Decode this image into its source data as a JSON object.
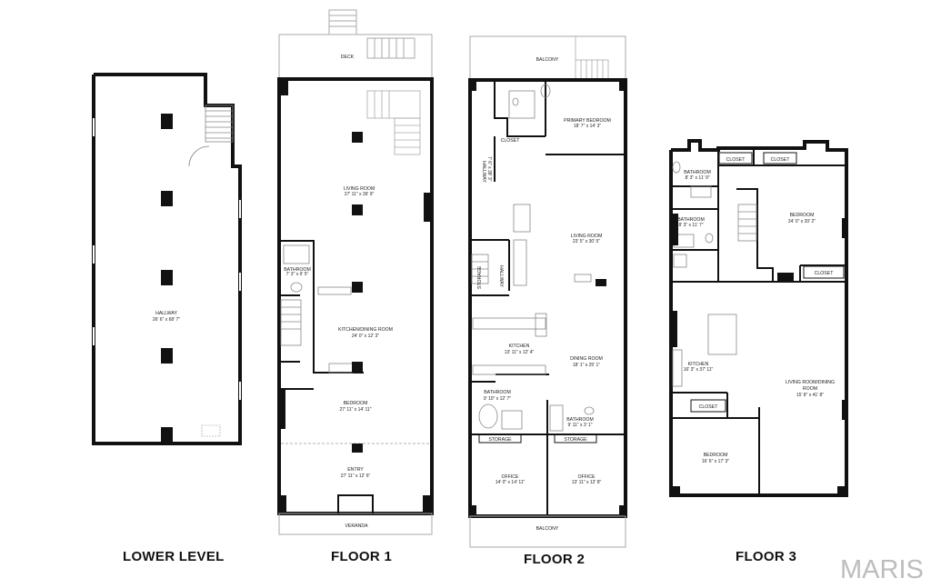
{
  "floors": {
    "lower_level": {
      "title": "LOWER LEVEL",
      "rooms": [
        {
          "name": "HALLWAY",
          "dim": "26' 6\" x 68' 7\""
        }
      ]
    },
    "floor1": {
      "title": "FLOOR 1",
      "rooms": [
        {
          "name": "DECK",
          "dim": ""
        },
        {
          "name": "LIVING ROOM",
          "dim": "27' 11\" x 39' 9\""
        },
        {
          "name": "BATHROOM",
          "dim": "7' 3\" x 9' 5\""
        },
        {
          "name": "KITCHEN/DINING ROOM",
          "dim": "24' 0\" x 12' 3\""
        },
        {
          "name": "BEDROOM",
          "dim": "27' 11\" x 14' 11\""
        },
        {
          "name": "ENTRY",
          "dim": "27' 11\" x 12' 6\""
        },
        {
          "name": "VERANDA",
          "dim": ""
        }
      ]
    },
    "floor2": {
      "title": "FLOOR 2",
      "rooms": [
        {
          "name": "BALCONY",
          "dim": ""
        },
        {
          "name": "PRIMARY BEDROOM",
          "dim": "18' 7\" x 14' 3\""
        },
        {
          "name": "CLOSET",
          "dim": ""
        },
        {
          "name": "HALLWAY",
          "dim": "7' 6\" x 38' 3\""
        },
        {
          "name": "LIVING ROOM",
          "dim": "23' 5\" x 30' 5\""
        },
        {
          "name": "STORAGE",
          "dim": ""
        },
        {
          "name": "HALLWAY",
          "dim": ""
        },
        {
          "name": "KITCHEN",
          "dim": "13' 11\" x 12' 4\""
        },
        {
          "name": "DINING ROOM",
          "dim": "18' 1\" x 25' 1\""
        },
        {
          "name": "BATHROOM",
          "dim": "9' 10\" x 12' 7\""
        },
        {
          "name": "BATHROOM",
          "dim": "9' 11\" x 3' 1\""
        },
        {
          "name": "STORAGE",
          "dim": ""
        },
        {
          "name": "STORAGE",
          "dim": ""
        },
        {
          "name": "OFFICE",
          "dim": "14' 0\" x 14' 11\""
        },
        {
          "name": "OFFICE",
          "dim": "13' 11\" x 12' 8\""
        },
        {
          "name": "BALCONY",
          "dim": ""
        }
      ]
    },
    "floor3": {
      "title": "FLOOR 3",
      "rooms": [
        {
          "name": "CLOSET",
          "dim": ""
        },
        {
          "name": "CLOSET",
          "dim": ""
        },
        {
          "name": "BATHROOM",
          "dim": "8' 3\" x 11' 9\""
        },
        {
          "name": "BEDROOM",
          "dim": "24' 0\" x 20' 2\""
        },
        {
          "name": "BATHROOM",
          "dim": "8' 3\" x 11' 7\""
        },
        {
          "name": "CLOSET",
          "dim": ""
        },
        {
          "name": "KITCHEN",
          "dim": "16' 3\" x 37' 11\""
        },
        {
          "name": "LIVING ROOM/DINING",
          "dim": ""
        },
        {
          "name": "ROOM",
          "dim": "15' 8\" x 41' 8\""
        },
        {
          "name": "CLOSET",
          "dim": ""
        },
        {
          "name": "BEDROOM",
          "dim": "16' 6\" x 17' 3\""
        }
      ]
    }
  },
  "brand": "MARIS"
}
